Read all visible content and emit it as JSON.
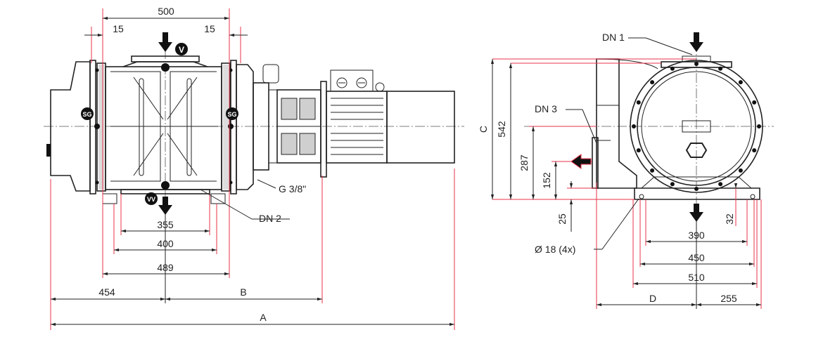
{
  "drawing": {
    "front_view": {
      "width_500": "500",
      "flange_left_15": "15",
      "flange_right_15": "15",
      "inlet_mark": "V",
      "outlet_mark": "VV",
      "sight_glass_left": "SG",
      "sight_glass_right": "SG",
      "port_g": "G 3/8\"",
      "outlet_label": "DN 2",
      "dim_355": "355",
      "dim_400": "400",
      "dim_489": "489",
      "dim_454": "454",
      "dim_b": "B",
      "dim_a": "A"
    },
    "side_view": {
      "inlet_label": "DN 1",
      "side_port_label": "DN 3",
      "dim_c": "C",
      "height_542": "542",
      "height_287": "287",
      "height_152": "152",
      "height_25": "25",
      "height_32": "32",
      "hole_label": "Ø 18 (4x)",
      "dim_390": "390",
      "dim_450": "450",
      "dim_510": "510",
      "dim_d": "D",
      "dim_255": "255"
    }
  },
  "colors": {
    "line": "#222222",
    "dimension_red": "#e8334a",
    "fill_grey": "#b5b5b5"
  }
}
